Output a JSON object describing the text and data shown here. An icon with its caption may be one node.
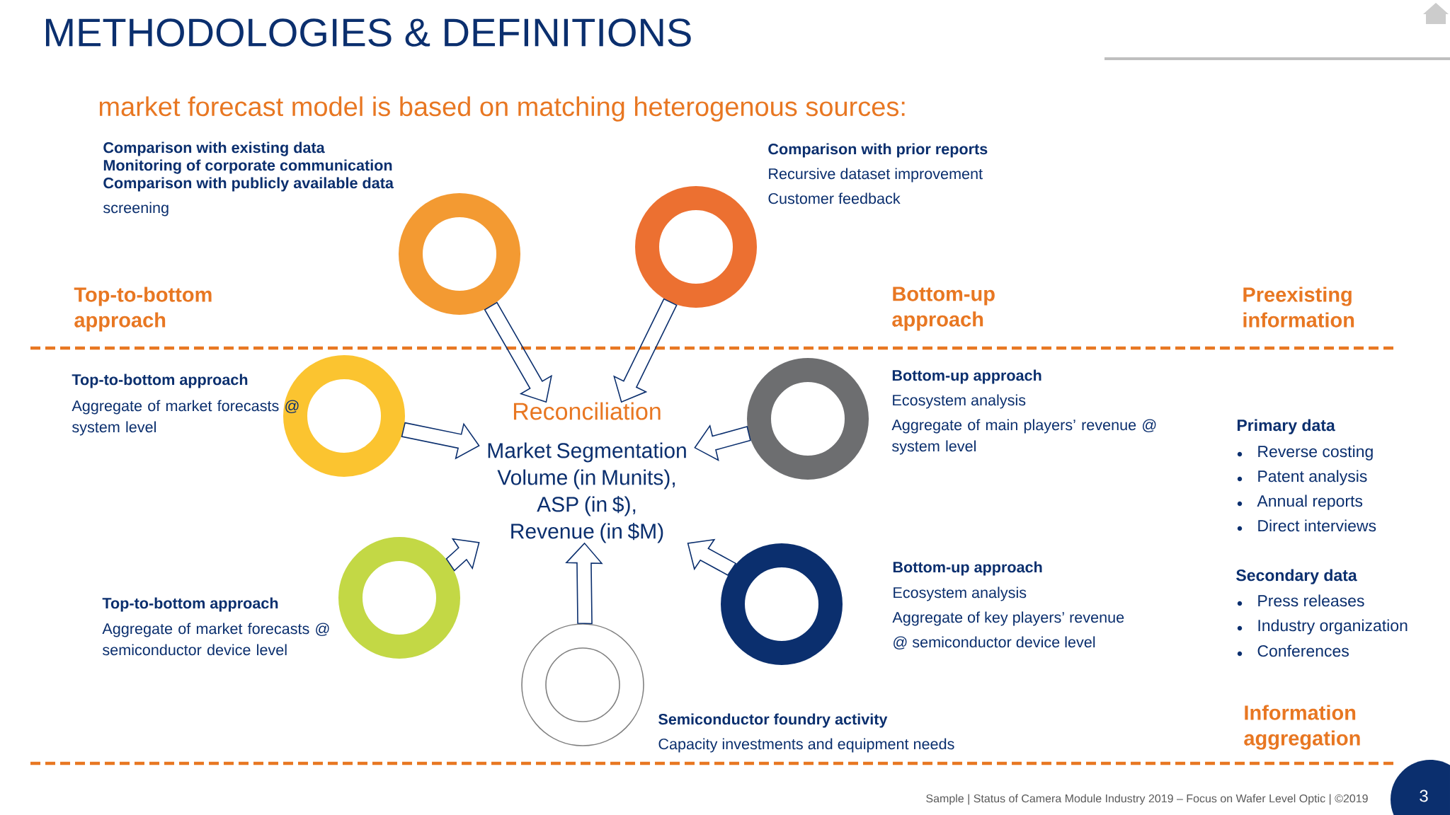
{
  "diagram": {
    "title": "METHODOLOGIES & DEFINITIONS",
    "nodes": [
      {
        "text": [
          "Reconciliation",
          "Market Segmentation Volume (in Munits), ASP (in $), Revenue (in $M)"
        ]
      },
      {
        "text": [],
        "shape": "circle",
        "beside": [
          "Comparison with existing data",
          "Monitoring of corporate communication",
          "Comparison with publicly available data",
          "screening"
        ]
      },
      {
        "text": [],
        "shape": "circle",
        "beside": [
          "Comparison with prior reports",
          "Recursive dataset improvement",
          "Customer feedback"
        ]
      },
      {
        "text": [],
        "shape": "circle",
        "beside": [
          "Top-to-bottom approach",
          "Aggregate of market forecasts @ system level"
        ]
      },
      {
        "text": [],
        "shape": "circle",
        "beside": [
          "Bottom-up approach",
          "Ecosystem analysis",
          "Aggregate of main players’ revenue @ system level"
        ]
      },
      {
        "text": [],
        "shape": "circle",
        "beside": [
          "Top-to-bottom approach",
          "Aggregate of market forecasts @ semiconductor device level"
        ]
      },
      {
        "text": [],
        "shape": "circle",
        "beside": [
          "Bottom-up approach",
          "Ecosystem analysis",
          "Aggregate of key players’ revenue",
          "@ semiconductor device level"
        ]
      },
      {
        "text": [],
        "shape": "circle",
        "beside": [
          "Semiconductor foundry activity",
          "Capacity investments and equipment needs"
        ]
      }
    ],
    "edges": [
      {
        "from": 1,
        "to": 0,
        "arrow": "to"
      },
      {
        "from": 2,
        "to": 0,
        "arrow": "to"
      },
      {
        "from": 3,
        "to": 0,
        "arrow": "to"
      },
      {
        "from": 4,
        "to": 0,
        "arrow": "to"
      },
      {
        "from": 5,
        "to": 0,
        "arrow": "to"
      },
      {
        "from": 6,
        "to": 0,
        "arrow": "to"
      },
      {
        "from": 7,
        "to": 0,
        "arrow": "to"
      }
    ],
    "labels": [
      "market forecast model is based on matching heterogenous sources:",
      "Top-to-bottom approach",
      "Bottom-up approach",
      "Preexisting information",
      "Primary data",
      "Reverse costing",
      "Patent analysis",
      "Annual reports",
      "Direct interviews",
      "Secondary data",
      "Press releases",
      "Industry organization",
      "Conferences",
      "Information aggregation",
      "Sample | Status of Camera Module Industry 2019 – Focus on Wafer Level Optic | ©2019",
      "3"
    ]
  }
}
